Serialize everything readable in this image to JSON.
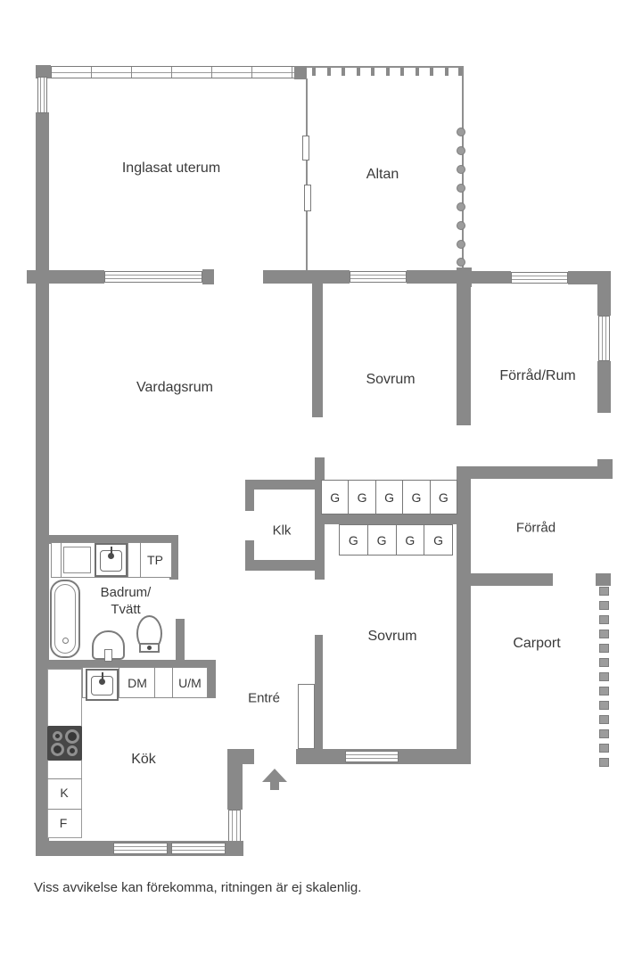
{
  "rooms": {
    "uterum": "Inglasat uterum",
    "altan": "Altan",
    "vardagsrum": "Vardagsrum",
    "sovrum_mitt": "Sovrum",
    "forrad_rum": "Förråd/Rum",
    "klk": "Klk",
    "forrad": "Förråd",
    "badrum_line1": "Badrum/",
    "badrum_line2": "Tvätt",
    "sovrum_syd": "Sovrum",
    "carport": "Carport",
    "entre": "Entré",
    "kok": "Kök"
  },
  "fixtures": {
    "tp": "TP",
    "dm": "DM",
    "um": "U/M",
    "kyl": "K",
    "frys": "F",
    "garderob": "G"
  },
  "footer": {
    "disclaimer": "Viss avvikelse kan förekomma, ritningen är ej skalenlig."
  },
  "colors": {
    "wall": "#898989",
    "fixture_gray": "#9c9c9c",
    "text": "#3a3a3a",
    "background": "#ffffff"
  }
}
